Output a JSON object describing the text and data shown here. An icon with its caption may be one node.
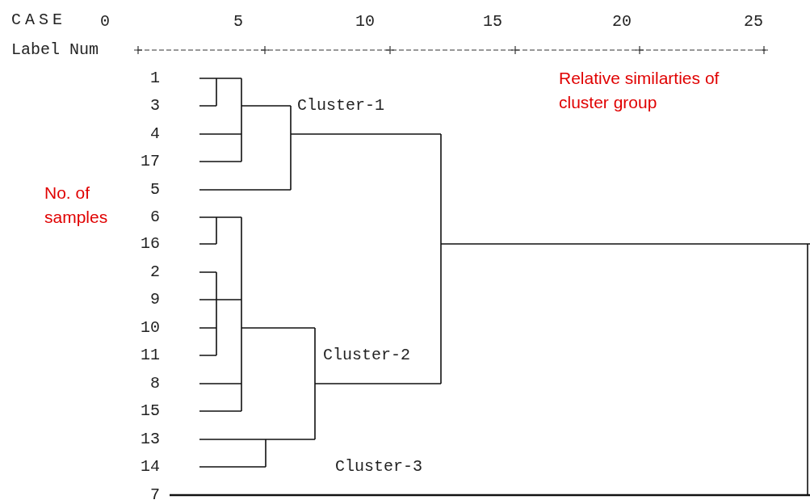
{
  "diagram": {
    "labels": [
      "CASE",
      "0",
      "5",
      "10",
      "15",
      "20",
      "25",
      "Label Num",
      "Relative similarties of cluster group",
      "No. of samples",
      "1",
      "3",
      "4",
      "17",
      "5",
      "6",
      "16",
      "2",
      "9",
      "10",
      "11",
      "8",
      "15",
      "13",
      "14",
      "7",
      "Cluster-1",
      "Cluster-2",
      "Cluster-3"
    ]
  }
}
